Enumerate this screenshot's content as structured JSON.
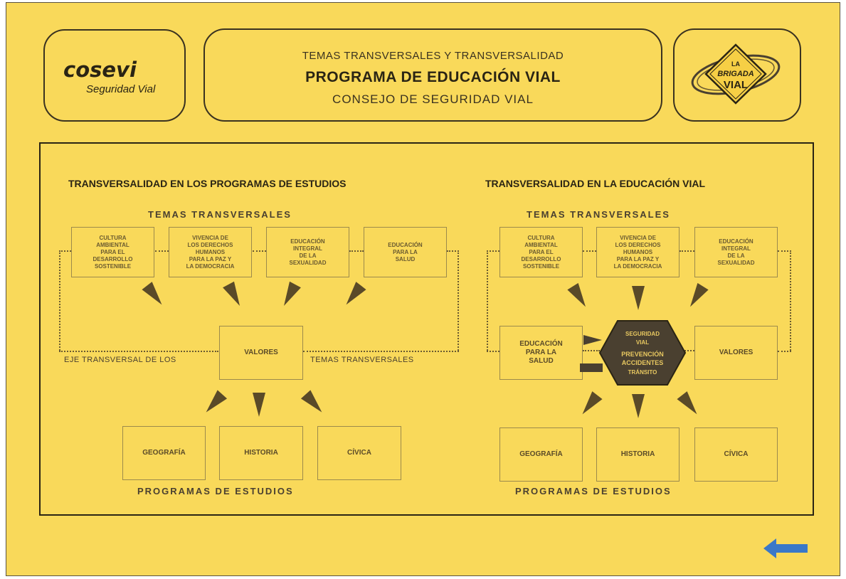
{
  "header": {
    "logo": {
      "brand": "cosevi",
      "tagline": "Seguridad Vial"
    },
    "title_line1": "TEMAS TRANSVERSALES Y TRANSVERSALIDAD",
    "title_line2": "PROGRAMA DE EDUCACIÓN VIAL",
    "title_line3": "CONSEJO DE SEGURIDAD VIAL",
    "badge": {
      "line1": "LA",
      "line2": "BRIGADA",
      "line3": "VIAL"
    }
  },
  "left": {
    "title": "TRANSVERSALIDAD EN LOS PROGRAMAS DE ESTUDIOS",
    "subtitle": "TEMAS TRANSVERSALES",
    "topics": [
      "CULTURA\nAMBIENTAL\nPARA EL\nDESARROLLO\nSOSTENIBLE",
      "VIVENCIA DE\nLOS DERECHOS\nHUMANOS\nPARA LA PAZ Y\nLA DEMOCRACIA",
      "EDUCACIÓN\nINTEGRAL\nDE LA\nSEXUALIDAD",
      "EDUCACIÓN\nPARA LA\nSALUD"
    ],
    "center": "VALORES",
    "axis_left": "EJE TRANSVERSAL DE LOS",
    "axis_right": "TEMAS TRANSVERSALES",
    "subjects": [
      "GEOGRAFÍA",
      "HISTORIA",
      "CÍVICA"
    ],
    "footer": "PROGRAMAS DE ESTUDIOS"
  },
  "right": {
    "title": "TRANSVERSALIDAD EN LA EDUCACIÓN VIAL",
    "subtitle": "TEMAS TRANSVERSALES",
    "topics": [
      "CULTURA\nAMBIENTAL\nPARA EL\nDESARROLLO\nSOSTENIBLE",
      "VIVENCIA DE\nLOS DERECHOS\nHUMANOS\nPARA LA PAZ Y\nLA DEMOCRACIA",
      "EDUCACIÓN\nINTEGRAL\nDE LA\nSEXUALIDAD"
    ],
    "side_left": "EDUCACIÓN\nPARA LA\nSALUD",
    "side_right": "VALORES",
    "center": {
      "line1": "SEGURIDAD",
      "line2": "VIAL",
      "line3": "PREVENCIÓN",
      "line4": "ACCIDENTES",
      "line5": "TRÁNSITO"
    },
    "subjects": [
      "GEOGRAFÍA",
      "HISTORIA",
      "CÍVICA"
    ],
    "footer": "PROGRAMAS DE ESTUDIOS"
  },
  "nav": {
    "back_icon": "left-arrow-icon",
    "color": "#3a78c8"
  }
}
